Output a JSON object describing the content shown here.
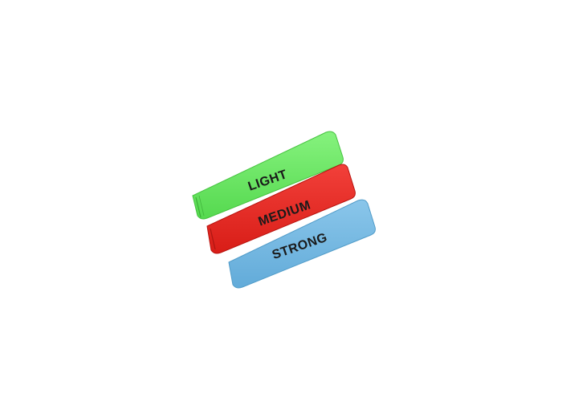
{
  "bands": [
    {
      "label": "LIGHT",
      "color": "#63e860",
      "shade": "#3fc43d"
    },
    {
      "label": "MEDIUM",
      "color": "#ec2a24",
      "shade": "#c3160f"
    },
    {
      "label": "STRONG",
      "color": "#6fb6e0",
      "shade": "#4f95c2"
    }
  ]
}
